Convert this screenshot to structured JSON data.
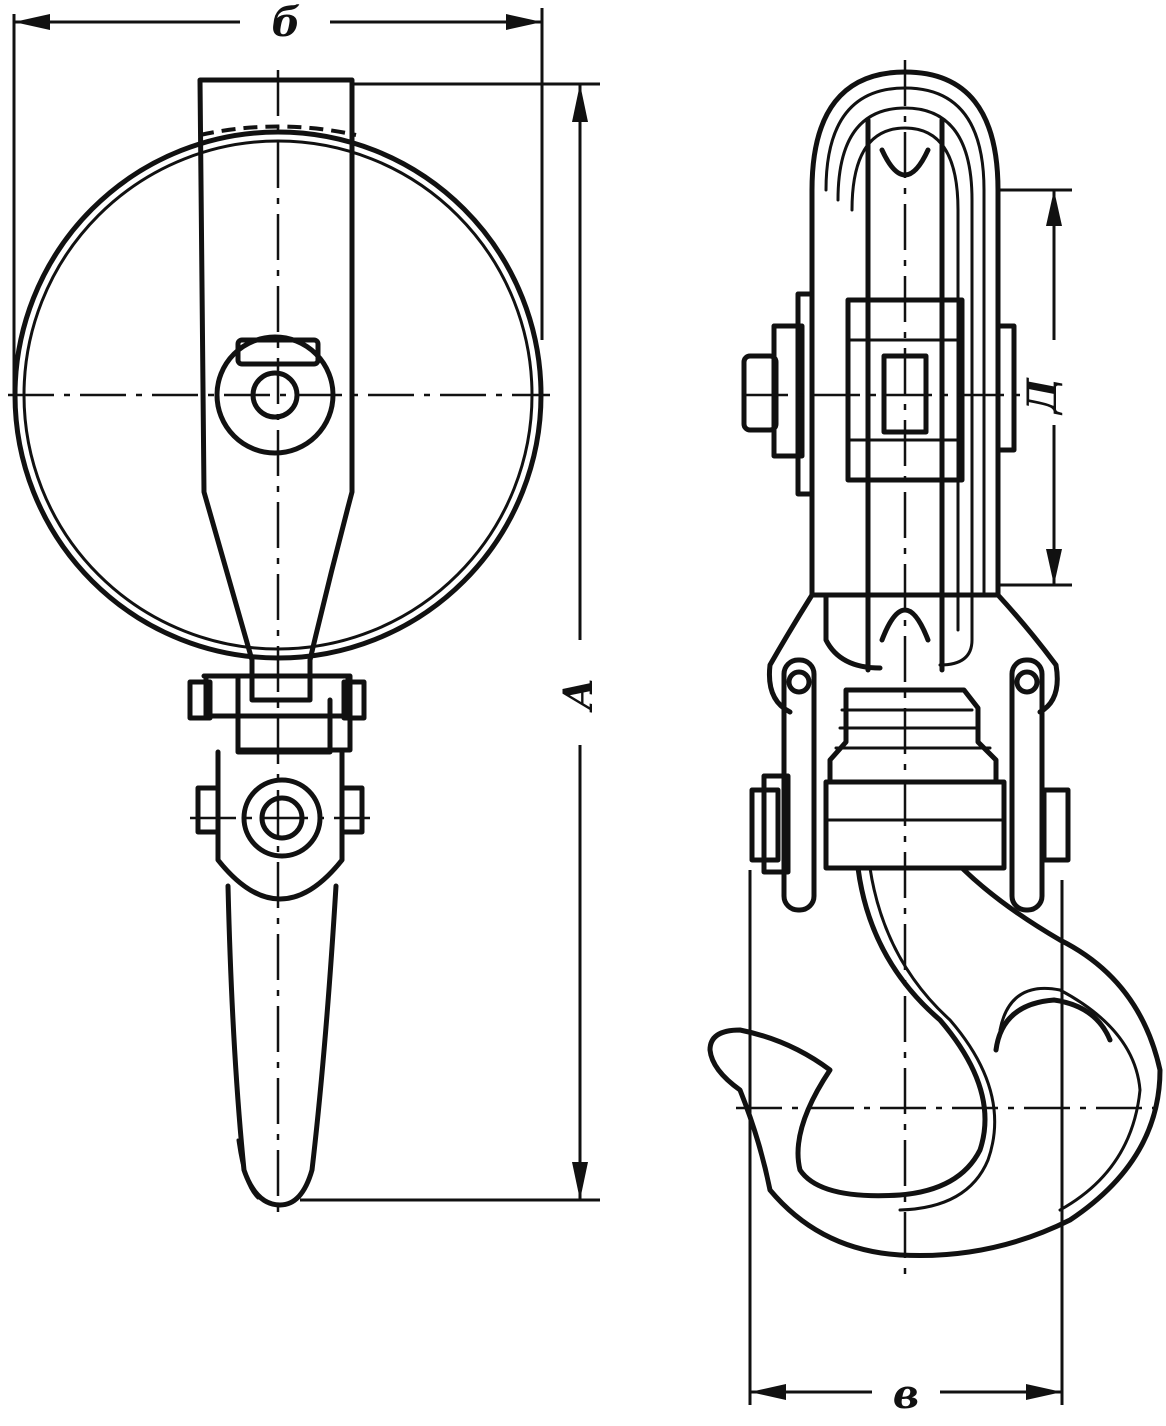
{
  "labels": {
    "width_top": "б",
    "height_total": "А",
    "sheave_dim": "Д",
    "hook_width": "в"
  }
}
